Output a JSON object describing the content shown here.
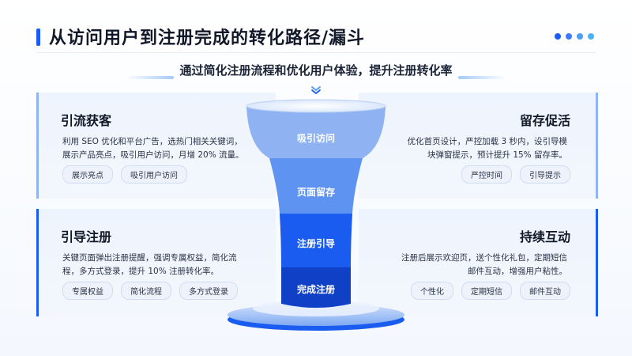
{
  "header": {
    "title": "从访问用户到注册完成的转化路径/漏斗",
    "dots": [
      "#1a5cf0",
      "#3d7bf5",
      "#4b9cf7",
      "#4ab3f5"
    ]
  },
  "subtitle": "通过简化注册流程和优化用户体验，提升注册转化率",
  "funnel": {
    "stages": [
      "吸引访问",
      "页面留存",
      "注册引导",
      "完成注册"
    ],
    "colors": [
      "#8fb3f2",
      "#5e93f2",
      "#1a5cf0",
      "#1040c6"
    ]
  },
  "cards": {
    "top_left": {
      "title": "引流获客",
      "desc": "利用 SEO 优化和平台广告，选热门相关关键词，展示产品亮点，吸引用户访问，月增 20% 流量。",
      "tags": [
        "展示亮点",
        "吸引用户访问"
      ]
    },
    "bottom_left": {
      "title": "引导注册",
      "desc": "关键页面弹出注册提醒，强调专属权益，简化流程，多方式登录，提升 10% 注册转化率。",
      "tags": [
        "专属权益",
        "简化流程",
        "多方式登录"
      ]
    },
    "top_right": {
      "title": "留存促活",
      "desc": "优化首页设计，严控加载 3 秒内，设引导模块弹窗提示，预计提升 15% 留存率。",
      "tags": [
        "严控时间",
        "引导提示"
      ]
    },
    "bottom_right": {
      "title": "持续互动",
      "desc": "注册后展示欢迎页，送个性化礼包，定期短信邮件互动，增强用户粘性。",
      "tags": [
        "个性化",
        "定期短信",
        "邮件互动"
      ]
    }
  },
  "accent_color": "#1a5cf0"
}
